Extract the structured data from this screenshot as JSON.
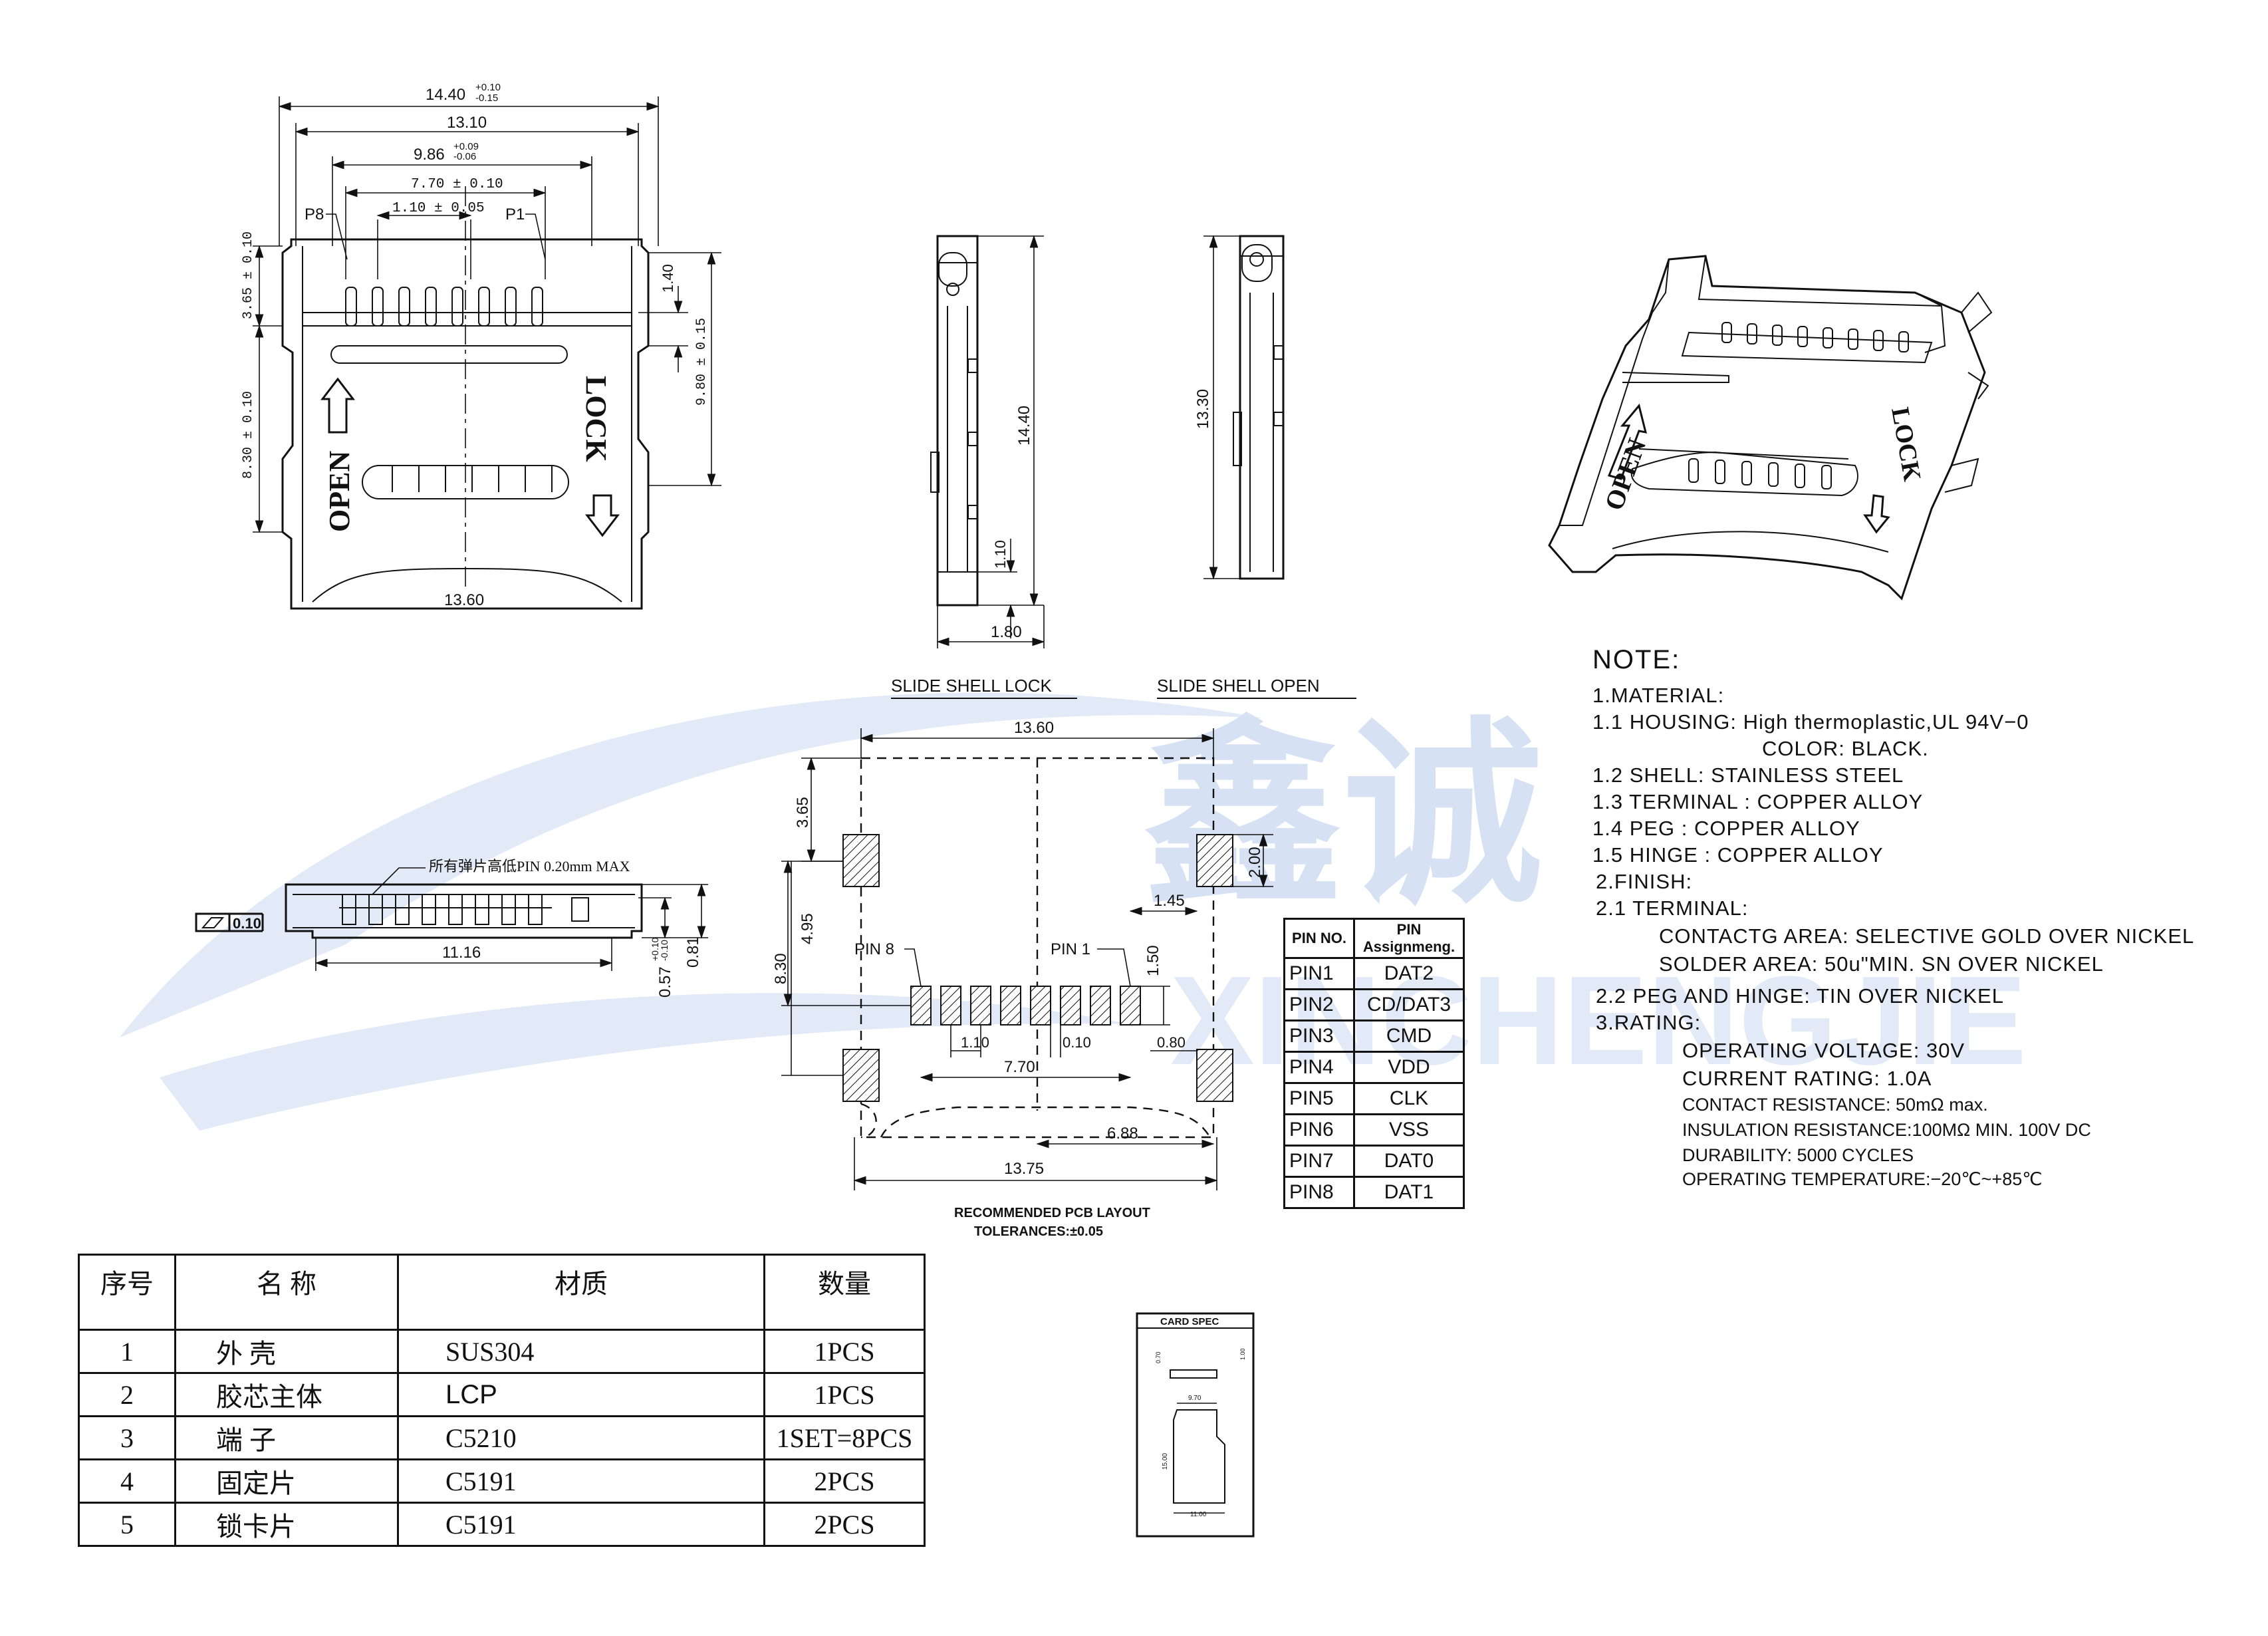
{
  "watermark": {
    "cn": "鑫诚",
    "en": "XINCHENGJIE"
  },
  "top_view": {
    "dims": {
      "overall_width": "14.40",
      "overall_width_tol_up": "+0.10",
      "overall_width_tol_dn": "-0.15",
      "width_2": "13.10",
      "width_3": "9.86",
      "width_3_tol_up": "+0.09",
      "width_3_tol_dn": "-0.06",
      "pin_span": "7.70 ± 0.10",
      "pin_pitch": "1.10 ± 0.05",
      "left_top": "3.65 ± 0.10",
      "left_mid": "8.30 ± 0.10",
      "right_top": "1.40",
      "right_main": "9.80 ± 0.15",
      "bottom_width": "13.60"
    },
    "labels": {
      "p8": "P8",
      "p1": "P1",
      "open": "OPEN",
      "lock": "LOCK"
    }
  },
  "side_view_1": {
    "height": "14.40",
    "small": "1.10",
    "thickness": "1.80"
  },
  "side_view_2": {
    "height": "13.30"
  },
  "section_titles": {
    "lock": "SLIDE SHELL LOCK",
    "open": "SLIDE SHELL  OPEN"
  },
  "front_view": {
    "note": "所有弹片高低PIN 0.20mm MAX",
    "flatness": "0.10",
    "width": "11.16",
    "h1": "0.81",
    "h2": "0.57",
    "h2_tol_up": "+0.10",
    "h2_tol_dn": "-0.10"
  },
  "pcb_layout": {
    "dims": {
      "top_width": "13.60",
      "top_left": "3.65",
      "pad_h": "2.00",
      "mid": "4.95",
      "total_h": "8.30",
      "pad_offset": "1.45",
      "pin_h": "1.50",
      "pitch": "1.10",
      "gap": "0.10",
      "pad_w": "0.80",
      "pin_span": "7.70",
      "right_w": "6.88",
      "bottom_w": "13.75"
    },
    "labels": {
      "pin8": "PIN 8",
      "pin1": "PIN 1"
    },
    "caption": "RECOMMENDED PCB LAYOUT",
    "tolerance": "TOLERANCES:±0.05"
  },
  "pin_table": {
    "headers": [
      "PIN NO.",
      "PIN Assignmeng."
    ],
    "rows": [
      [
        "PIN1",
        "DAT2"
      ],
      [
        "PIN2",
        "CD/DAT3"
      ],
      [
        "PIN3",
        "CMD"
      ],
      [
        "PIN4",
        "VDD"
      ],
      [
        "PIN5",
        "CLK"
      ],
      [
        "PIN6",
        "VSS"
      ],
      [
        "PIN7",
        "DAT0"
      ],
      [
        "PIN8",
        "DAT1"
      ]
    ]
  },
  "notes": {
    "title": "NOTE:",
    "lines": [
      "1.MATERIAL:",
      "1.1 HOUSING:  High  thermoplastic,UL  94V−0",
      "COLOR:  BLACK.",
      "1.2  SHELL:  STAINLESS  STEEL",
      "1.3  TERMINAL  :  COPPER  ALLOY",
      "1.4  PEG  :  COPPER  ALLOY",
      "1.5  HINGE  :  COPPER  ALLOY",
      "2.FINISH:",
      "2.1  TERMINAL:",
      "CONTACTG  AREA:  SELECTIVE  GOLD  OVER  NICKEL",
      "SOLDER  AREA: 50u\"MIN.  SN  OVER  NICKEL",
      "2.2  PEG  AND  HINGE:  TIN  OVER  NICKEL",
      "3.RATING:",
      "OPERATING  VOLTAGE:  30V",
      "CURRENT  RATING:  1.0A",
      "CONTACT RESISTANCE: 50mΩ  max.",
      "INSULATION RESISTANCE:100MΩ  MIN.  100V DC",
      "DURABILITY:  5000 CYCLES",
      "OPERATING TEMPERATURE:−20℃~+85℃"
    ]
  },
  "bom": {
    "headers": [
      "序号",
      "名   称",
      "材质",
      "数量"
    ],
    "rows": [
      [
        "1",
        "外  壳",
        "SUS304",
        "1PCS"
      ],
      [
        "2",
        "胶芯主体",
        "LCP",
        "1PCS"
      ],
      [
        "3",
        "端  子",
        "C5210",
        "1SET=8PCS"
      ],
      [
        "4",
        "固定片",
        "C5191",
        "2PCS"
      ],
      [
        "5",
        "锁卡片",
        "C5191",
        "2PCS"
      ]
    ]
  },
  "card_spec": {
    "title": "CARD SPEC",
    "w_top": "9.70",
    "h": "15.00",
    "w_bot": "11.00",
    "t": "0.70",
    "t2": "1.00"
  }
}
